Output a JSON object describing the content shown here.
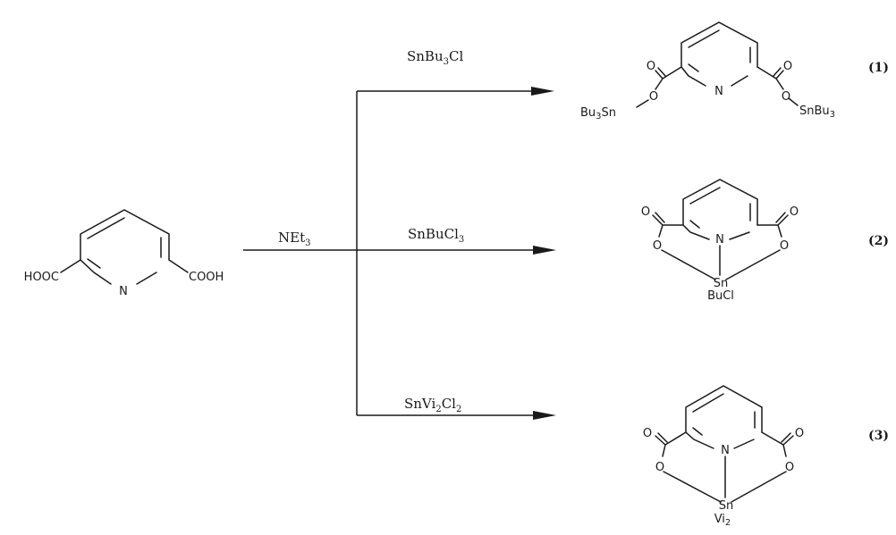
{
  "starting_material": {
    "left_group": "HOOC",
    "right_group": "COOH",
    "ring_n": "N"
  },
  "reagents": {
    "base": {
      "main": "NEt",
      "sub": "3",
      "tail": ""
    },
    "r1": {
      "main": "SnBu",
      "sub": "3",
      "tail": "Cl"
    },
    "r2": {
      "main": "SnBuCl",
      "sub": "3",
      "tail": ""
    },
    "r3": {
      "main": "SnVi",
      "sub": "2",
      "tail": "Cl",
      "sub2": "2"
    }
  },
  "product1": {
    "label": "(1)",
    "ring_n": "N",
    "oxygen": "O",
    "left_tin": {
      "main": "Bu",
      "sub": "3",
      "tail": "Sn"
    },
    "right_tin": {
      "main": "SnBu",
      "sub": "3"
    }
  },
  "product2": {
    "label": "(2)",
    "ring_n": "N",
    "oxygen": "O",
    "tin": "Sn",
    "ligands": "BuCl"
  },
  "product3": {
    "label": "(3)",
    "ring_n": "N",
    "oxygen": "O",
    "tin": "Sn",
    "ligands": {
      "main": "Vi",
      "sub": "2"
    }
  }
}
